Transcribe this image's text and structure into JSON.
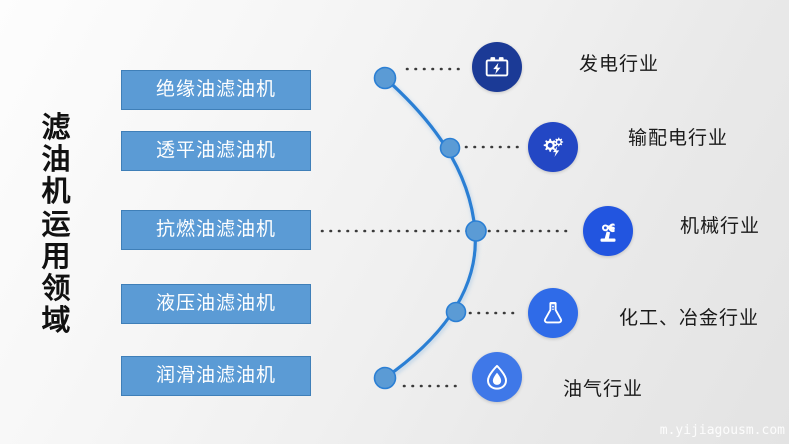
{
  "title": {
    "vertical_text": "滤油机运用领域"
  },
  "categories": [
    {
      "label": "绝缘油滤油机"
    },
    {
      "label": "透平油滤油机"
    },
    {
      "label": "抗燃油滤油机"
    },
    {
      "label": "液压油滤油机"
    },
    {
      "label": "润滑油滤油机"
    }
  ],
  "industries": [
    {
      "label": "发电行业",
      "icon": "battery-bolt-icon",
      "icon_color": "#1b3a96"
    },
    {
      "label": "输配电行业",
      "icon": "gears-bolt-icon",
      "icon_color": "#2347c4"
    },
    {
      "label": "机械行业",
      "icon": "robot-arm-icon",
      "icon_color": "#2255e0"
    },
    {
      "label": "化工、冶金行业",
      "icon": "flask-icon",
      "icon_color": "#2f6be8"
    },
    {
      "label": "油气行业",
      "icon": "oil-drop-flame-icon",
      "icon_color": "#3f78e8"
    }
  ],
  "colors": {
    "box_fill": "#5b9bd5",
    "box_border": "#3f7fb8",
    "arc_stroke": "#2b7fd4",
    "node_fill": "#5b9bd5",
    "node_border": "#2b7fd4",
    "dotted": "#3a3a3a",
    "title_text": "#111111",
    "label_text": "#1a1a1a"
  },
  "watermark": {
    "text": "m.yijiagousm.com"
  }
}
